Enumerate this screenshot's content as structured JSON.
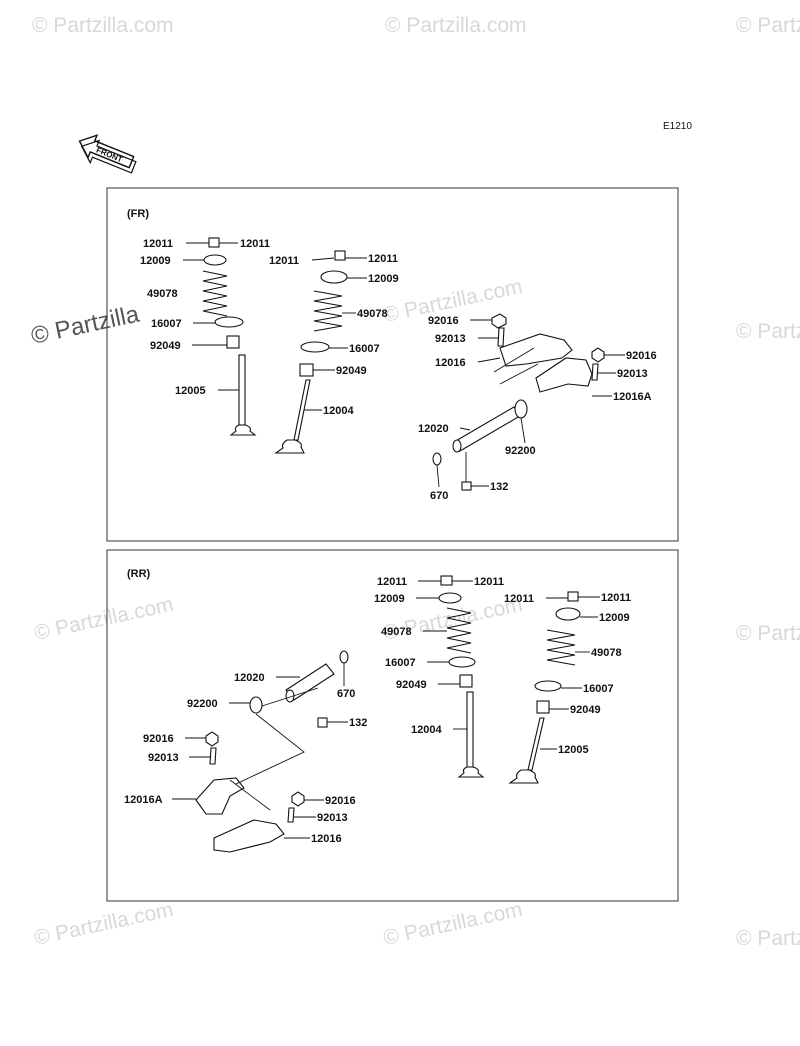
{
  "diagram_code": "E1210",
  "front_label": "FRONT",
  "watermark_text": "© Partzilla.com",
  "watermark_short": "© Partzilla",
  "panels": {
    "fr": {
      "label": "(FR)"
    },
    "rr": {
      "label": "(RR)"
    }
  },
  "fr_labels": [
    "12011",
    "12011",
    "12009",
    "49078",
    "16007",
    "92049",
    "12005",
    "12011",
    "12011",
    "12009",
    "49078",
    "16007",
    "92049",
    "12004",
    "92016",
    "92013",
    "12016",
    "92016",
    "92013",
    "12016A",
    "12020",
    "92200",
    "670",
    "132"
  ],
  "rr_labels": [
    "12011",
    "12011",
    "12009",
    "49078",
    "16007",
    "92049",
    "12004",
    "12011",
    "12011",
    "12009",
    "49078",
    "16007",
    "92049",
    "12005",
    "12020",
    "670",
    "92200",
    "132",
    "92016",
    "92013",
    "12016A",
    "92016",
    "92013",
    "12016"
  ],
  "colors": {
    "ink": "#111111",
    "watermark": "#d8d8d8",
    "border": "#333333"
  }
}
